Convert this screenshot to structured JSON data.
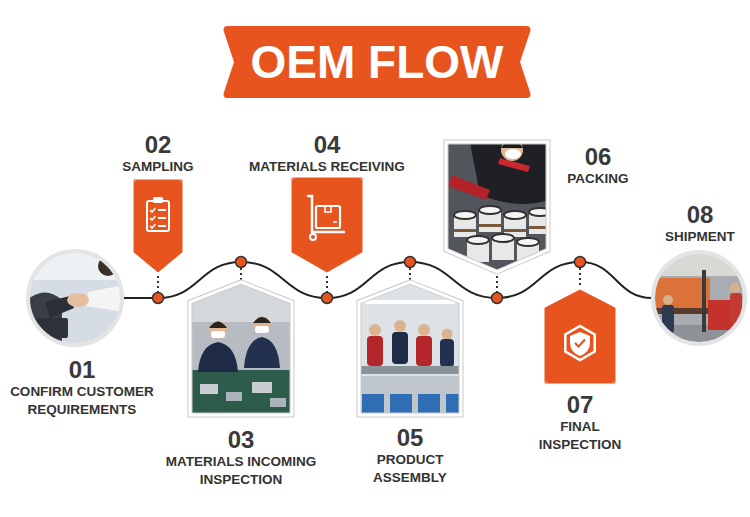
{
  "diagram": {
    "title": "OEM FLOW",
    "nodes": [
      {
        "text": [
          "01",
          "CONFIRM CUSTOMER REQUIREMENTS"
        ]
      },
      {
        "text": [
          "02",
          "SAMPLING"
        ]
      },
      {
        "text": [
          "03",
          "MATERIALS INCOMING INSPECTION"
        ]
      },
      {
        "text": [
          "04",
          "MATERIALS RECEIVING"
        ]
      },
      {
        "text": [
          "05",
          "PRODUCT ASSEMBLY"
        ]
      },
      {
        "text": [
          "06",
          "PACKING"
        ]
      },
      {
        "text": [
          "07",
          "FINAL INSPECTION"
        ]
      },
      {
        "text": [
          "08",
          "SHIPMENT"
        ]
      }
    ],
    "edges": [
      {
        "from": 0,
        "to": 1,
        "arrow": "none"
      },
      {
        "from": 1,
        "to": 2,
        "arrow": "none"
      },
      {
        "from": 2,
        "to": 3,
        "arrow": "none"
      },
      {
        "from": 3,
        "to": 4,
        "arrow": "none"
      },
      {
        "from": 4,
        "to": 5,
        "arrow": "none"
      },
      {
        "from": 5,
        "to": 6,
        "arrow": "none"
      },
      {
        "from": 6,
        "to": 7,
        "arrow": "none"
      }
    ]
  }
}
